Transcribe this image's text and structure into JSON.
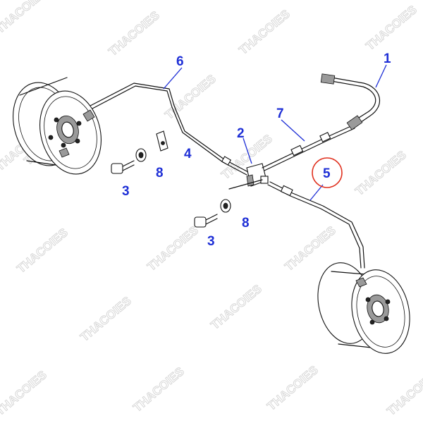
{
  "watermark": "THACOIES",
  "highlight_color": "#e0301e",
  "label_color": "#1e2fd6",
  "callouts": [
    {
      "id": "c1",
      "text": "1"
    },
    {
      "id": "c2",
      "text": "2"
    },
    {
      "id": "c3a",
      "text": "3"
    },
    {
      "id": "c3b",
      "text": "3"
    },
    {
      "id": "c4",
      "text": "4"
    },
    {
      "id": "c5",
      "text": "5",
      "highlighted": true
    },
    {
      "id": "c6",
      "text": "6"
    },
    {
      "id": "c7",
      "text": "7"
    },
    {
      "id": "c8a",
      "text": "8"
    },
    {
      "id": "c8b",
      "text": "8"
    }
  ]
}
